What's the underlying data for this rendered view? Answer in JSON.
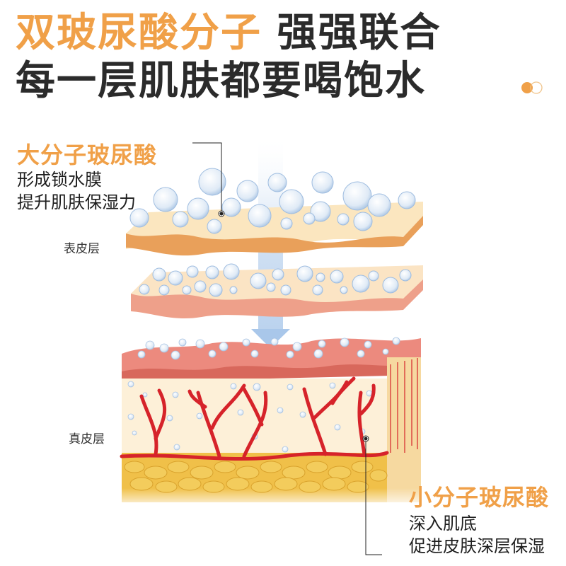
{
  "headline": {
    "line1_highlight": "双玻尿酸分子",
    "line1_rest": "强强联合",
    "line2": "每一层肌肤都要喝饱水"
  },
  "decoration": {
    "dots_icon": "two-circles-icon",
    "accent_color": "#f0a048",
    "text_color": "#2b2b2b"
  },
  "macro_ha": {
    "title": "大分子玻尿酸",
    "desc_lines": [
      "形成锁水膜",
      "提升肌肤保湿力"
    ]
  },
  "micro_ha": {
    "title": "小分子玻尿酸",
    "desc_lines": [
      "深入肌底",
      "促进皮肤深层保湿"
    ]
  },
  "layers": {
    "epidermis": "表皮层",
    "dermis": "真皮层"
  },
  "illustration": {
    "name": "skin-layers-diagram",
    "colors": {
      "epidermis_top": "#fbe6bf",
      "epidermis_edge": "#e9a05a",
      "middle_layer": "#fbe4c4",
      "middle_edge": "#eea08a",
      "dermis_top": "#ec8a7e",
      "dermis_body": "#fdf0d8",
      "vessel": "#d6232a",
      "fat": "#f0c049",
      "arrow": "#a9c7ea",
      "bubble": "#d8e8f7"
    }
  }
}
